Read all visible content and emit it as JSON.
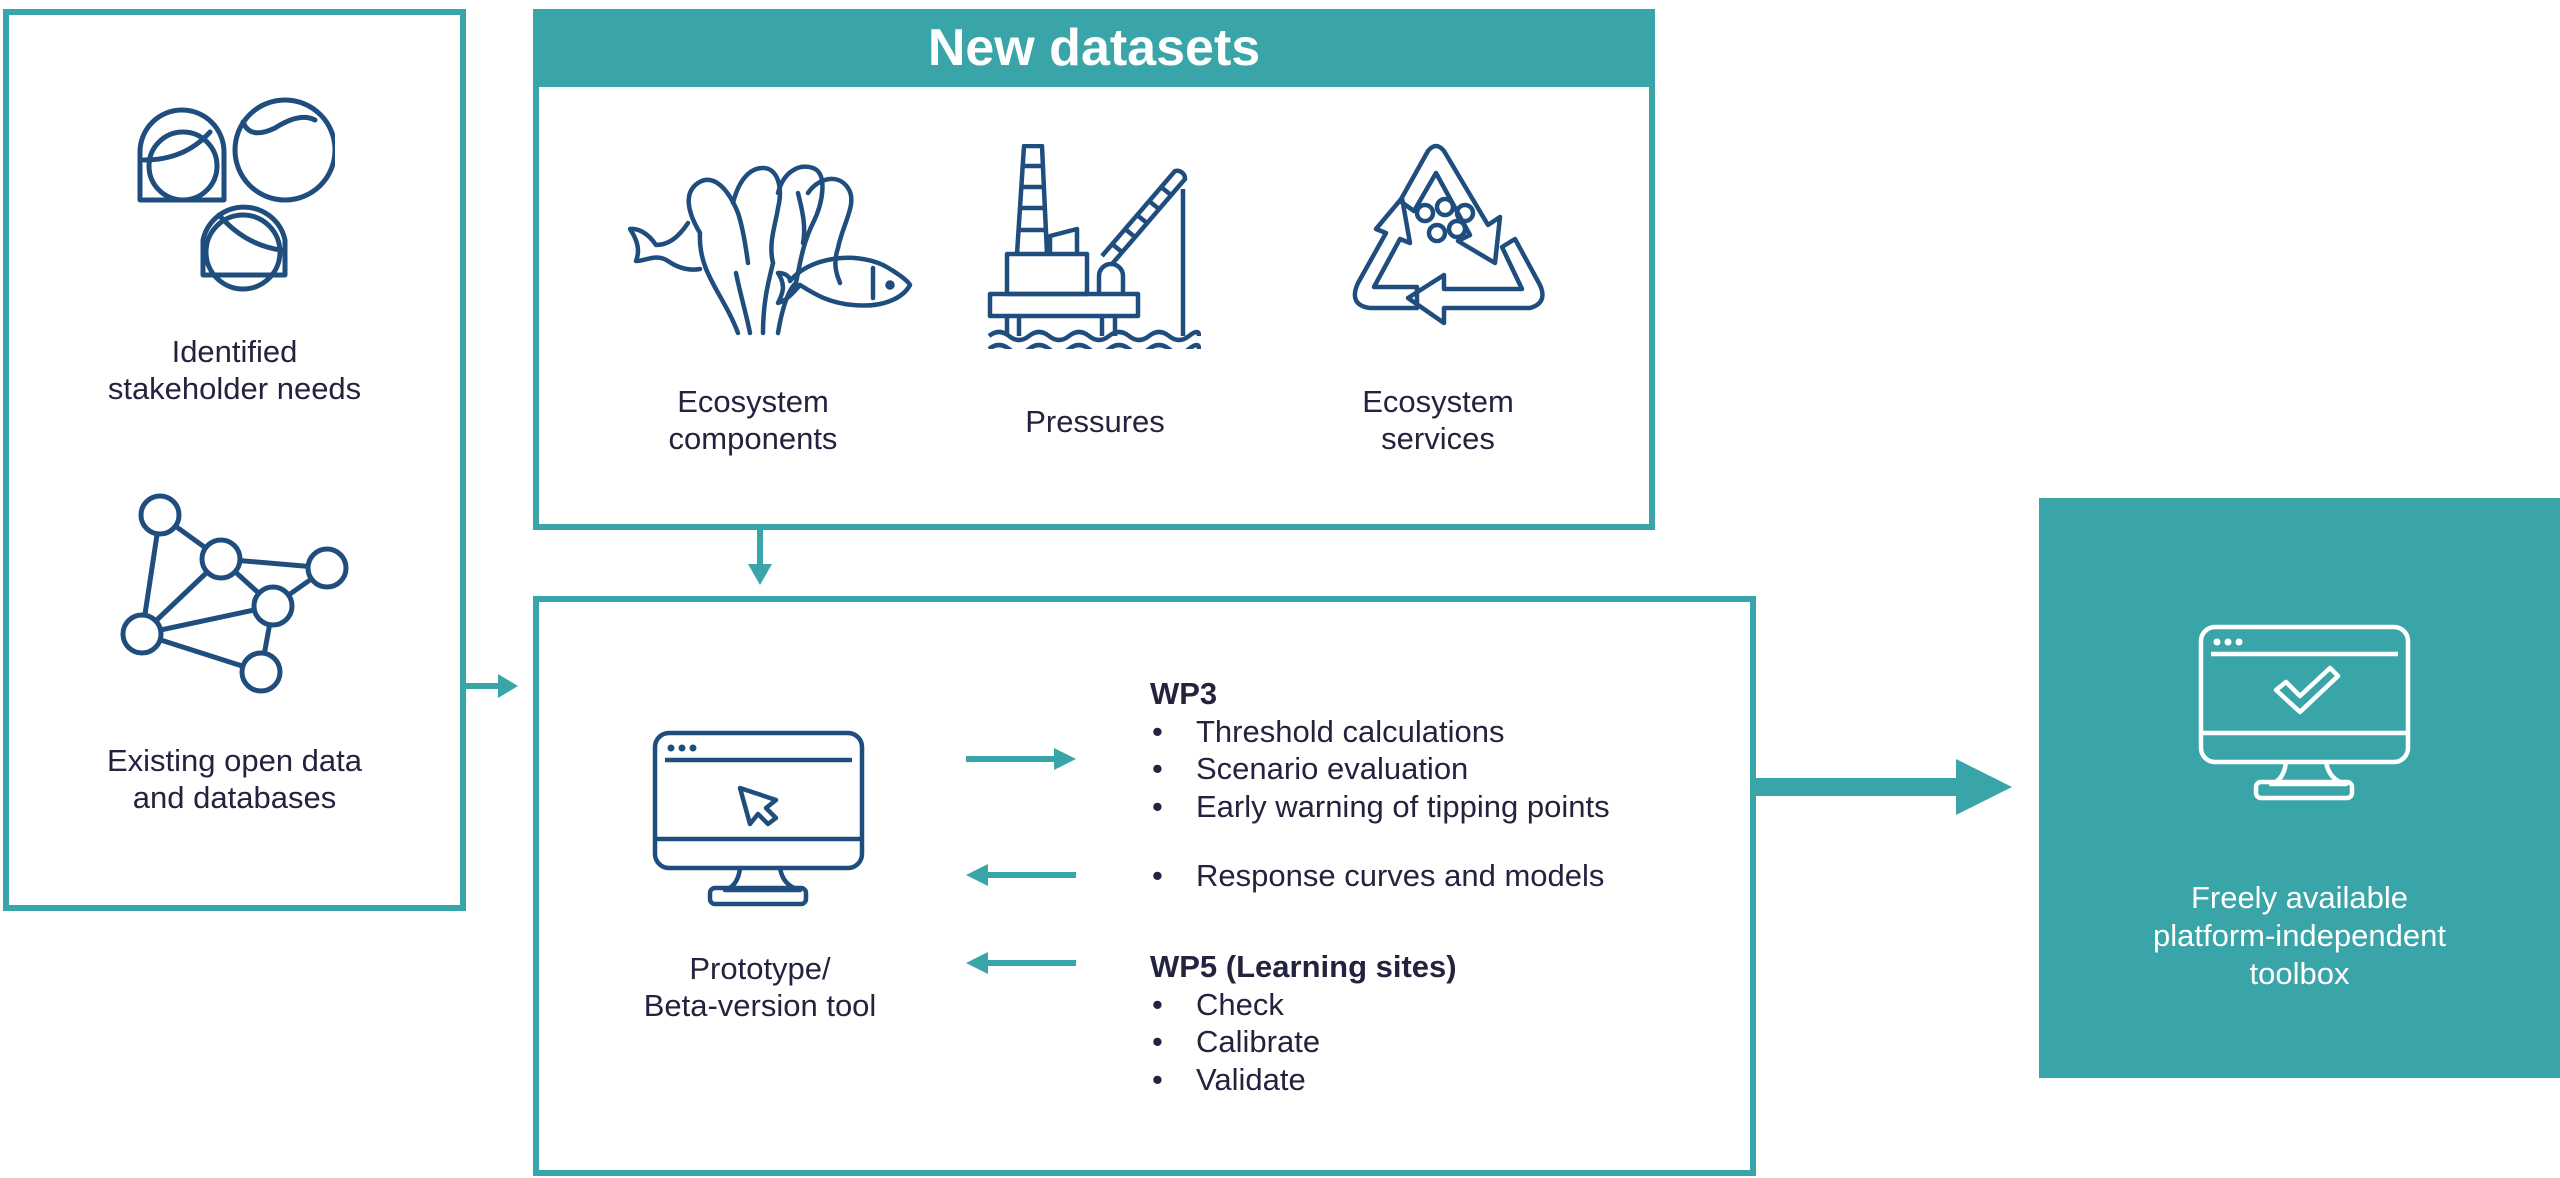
{
  "colors": {
    "accent": "#3aa5a9",
    "icon": "#1f4e7e",
    "text": "#24233f",
    "toolbox_text": "#ffffff"
  },
  "inputs_panel": {
    "stakeholders": {
      "icon": "people-icon",
      "label_line1": "Identified",
      "label_line2": "stakeholder needs"
    },
    "open_data": {
      "icon": "network-icon",
      "label_line1": "Existing open data",
      "label_line2": "and databases"
    }
  },
  "new_datasets": {
    "title": "New datasets",
    "items": [
      {
        "icon": "seaweed-fish-icon",
        "label_line1": "Ecosystem",
        "label_line2": "components"
      },
      {
        "icon": "oil-rig-icon",
        "label_line1": "Pressures",
        "label_line2": ""
      },
      {
        "icon": "recycle-icon",
        "label_line1": "Ecosystem",
        "label_line2": "services"
      }
    ]
  },
  "prototype": {
    "icon": "monitor-cursor-icon",
    "label_line1": "Prototype/",
    "label_line2": "Beta-version tool"
  },
  "wp3": {
    "heading": "WP3",
    "items": [
      "Threshold calculations",
      "Scenario evaluation",
      "Early warning of tipping points"
    ],
    "return_item": "Response curves and models"
  },
  "wp5": {
    "heading": "WP5 (Learning sites)",
    "items": [
      "Check",
      "Calibrate",
      "Validate"
    ]
  },
  "toolbox": {
    "icon": "monitor-check-icon",
    "label_line1": "Freely available",
    "label_line2": "platform-independent",
    "label_line3": "toolbox"
  }
}
